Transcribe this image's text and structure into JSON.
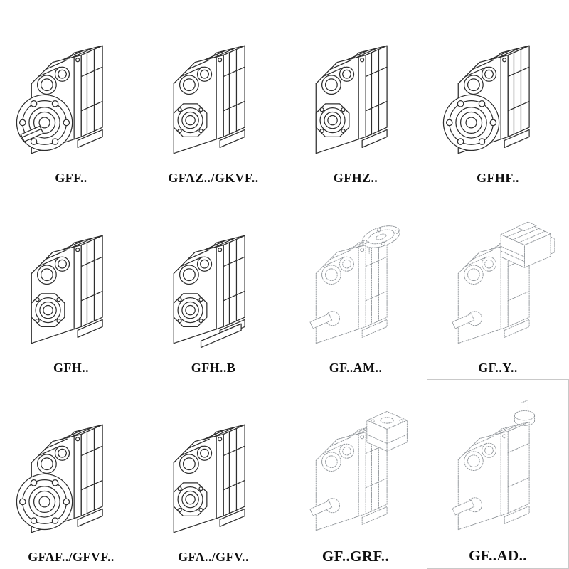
{
  "page": {
    "background": "#ffffff",
    "ink_color": "#2e2e2e",
    "phantom_line_color": "#8f9499",
    "frame_color": "#c9c9c9"
  },
  "catalog": {
    "items": [
      {
        "label": "GFF.."
      },
      {
        "label": "GFAZ../GKVF.."
      },
      {
        "label": "GFHZ.."
      },
      {
        "label": "GFHF.."
      },
      {
        "label": "GFH.."
      },
      {
        "label": "GFH..B"
      },
      {
        "label": "GF..AM.."
      },
      {
        "label": "GF..Y.."
      },
      {
        "label": "GFAF../GFVF.."
      },
      {
        "label": "GFA../GFV.."
      },
      {
        "label": "GF..GRF.."
      },
      {
        "label": "GF..AD.."
      }
    ]
  }
}
